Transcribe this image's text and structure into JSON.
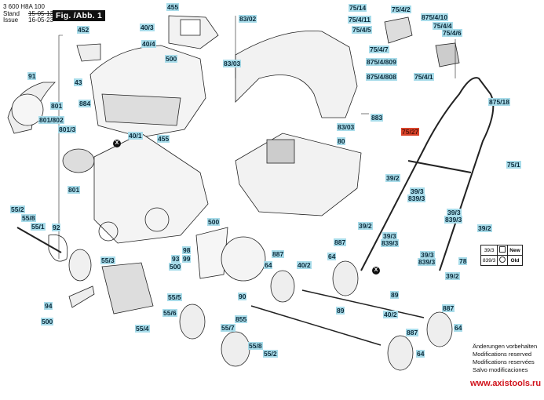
{
  "header": {
    "part_number": "3 600 H8A 100",
    "stand_label": "Stand",
    "issue_label": "Issue",
    "old_date": "15-05-13",
    "issue_date": "16-05-23",
    "figure_title": "Fig. /Abb. 1"
  },
  "labels": {
    "l452": "452",
    "l455a": "455",
    "l40_3": "40/3",
    "l40_4": "40/4",
    "l500a": "500",
    "l91": "91",
    "l43": "43",
    "l801a": "801",
    "l884": "884",
    "l801_802": "801/802",
    "l801_3": "801/3",
    "l801b": "801",
    "l40_1": "40/1",
    "l455b": "455",
    "l83_02": "83/02",
    "l83_03a": "83/03",
    "l83_03b": "83/03",
    "l883": "883",
    "l80": "80",
    "l75_14": "75/14",
    "l75_4_2": "75/4/2",
    "l75_4_11": "75/4/11",
    "l75_4_5": "75/4/5",
    "l75_4_7": "75/4/7",
    "l875_4_10": "875/4/10",
    "l75_4_4": "75/4/4",
    "l75_4_6": "75/4/6",
    "l875_4_809": "875/4/809",
    "l875_4_808": "875/4/808",
    "l75_4_1": "75/4/1",
    "l875_18": "875/18",
    "l75_27": "75/27",
    "l75_1": "75/1",
    "l39_2a": "39/2",
    "l39_3a": "39/3",
    "l839_3a": "839/3",
    "l39_3b": "39/3",
    "l839_3b": "839/3",
    "l39_2b": "39/2",
    "l39_2c": "39/2",
    "l39_3c": "39/3",
    "l839_3c": "839/3",
    "l78": "78",
    "l39_2d": "39/2",
    "l55_2a": "55/2",
    "l55_8a": "55/8",
    "l55_1": "55/1",
    "l92": "92",
    "l55_3": "55/3",
    "l94": "94",
    "l500b": "500",
    "l55_4": "55/4",
    "l500c": "500",
    "l98": "98",
    "l93": "93",
    "l99": "99",
    "l500d": "500",
    "l887a": "887",
    "l64a": "64",
    "l40_2a": "40/2",
    "l90": "90",
    "l887b": "887",
    "l64b": "64",
    "l39_3d": "39/3",
    "l839_3d": "839/3",
    "l55_5": "55/5",
    "l55_6": "55/6",
    "l855": "855",
    "l55_7": "55/7",
    "l55_8b": "55/8",
    "l55_2b": "55/2",
    "l89a": "89",
    "l89b": "89",
    "l40_2b": "40/2",
    "l887c": "887",
    "l64c": "64",
    "l887d": "887",
    "l64d": "64",
    "x_marker": "X"
  },
  "legend": {
    "rows": [
      {
        "part": "39/3",
        "symbol": "square",
        "status": "New"
      },
      {
        "part": "839/3",
        "symbol": "circle",
        "status": "Old"
      }
    ]
  },
  "notes": [
    "Änderungen vorbehalten",
    "Modifications reserved",
    "Modifications reservées",
    "Salvo modificaciones"
  ],
  "website": "www.axistools.ru",
  "highlight_color": "#d9432a",
  "label_color": "#a8dcea"
}
